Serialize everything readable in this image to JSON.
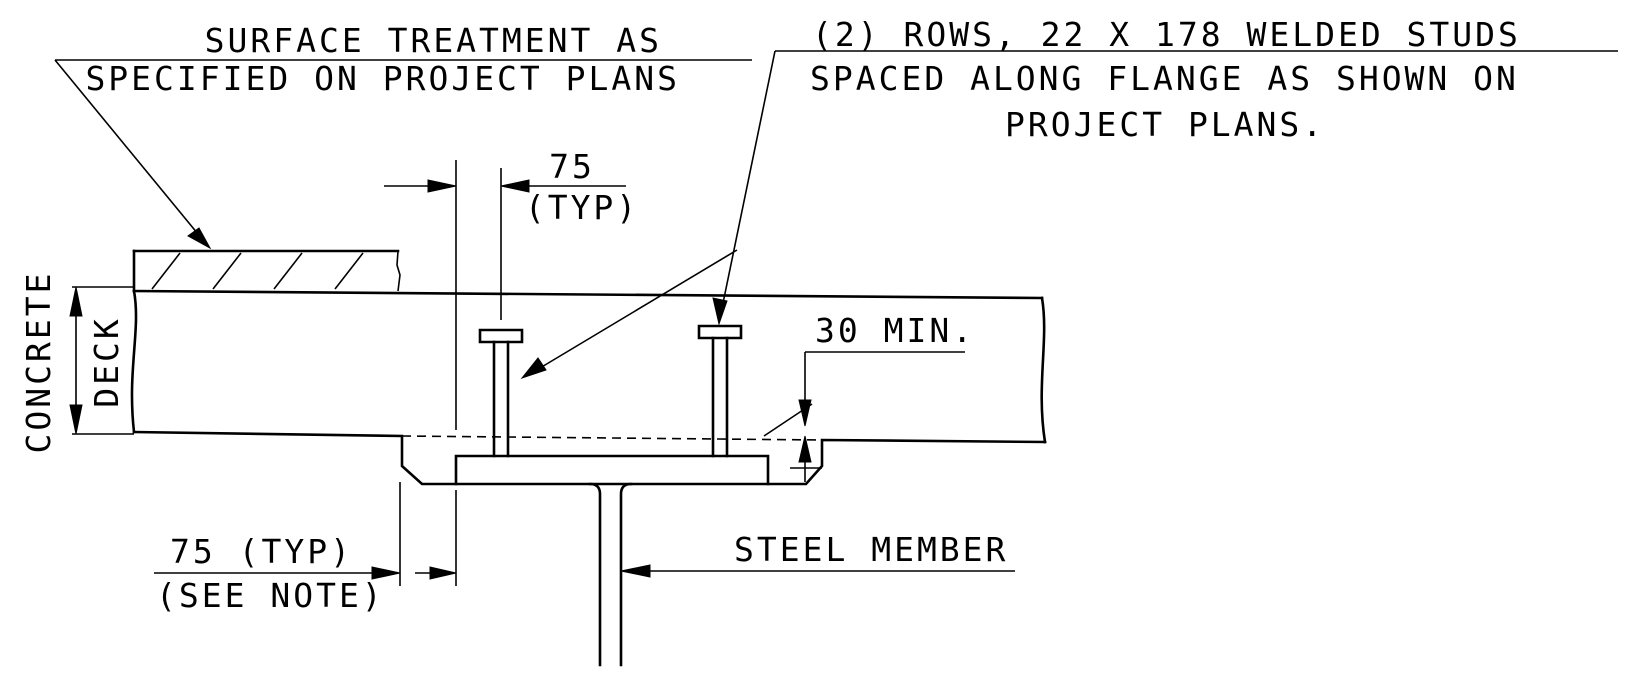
{
  "labels": {
    "surface_line1": "SURFACE TREATMENT AS",
    "surface_line2": "SPECIFIED ON PROJECT PLANS",
    "studs_line1": "(2) ROWS, 22 X 178 WELDED STUDS",
    "studs_line2": "SPACED ALONG FLANGE AS SHOWN ON",
    "studs_line3": "PROJECT PLANS.",
    "dim_75_top": "75",
    "dim_typ_top": "(TYP)",
    "dim_30_min": "30 MIN.",
    "concrete": "CONCRETE",
    "deck": "DECK",
    "dim_75_bottom": "75 (TYP)",
    "see_note": "(SEE NOTE)",
    "steel_member": "STEEL MEMBER"
  }
}
